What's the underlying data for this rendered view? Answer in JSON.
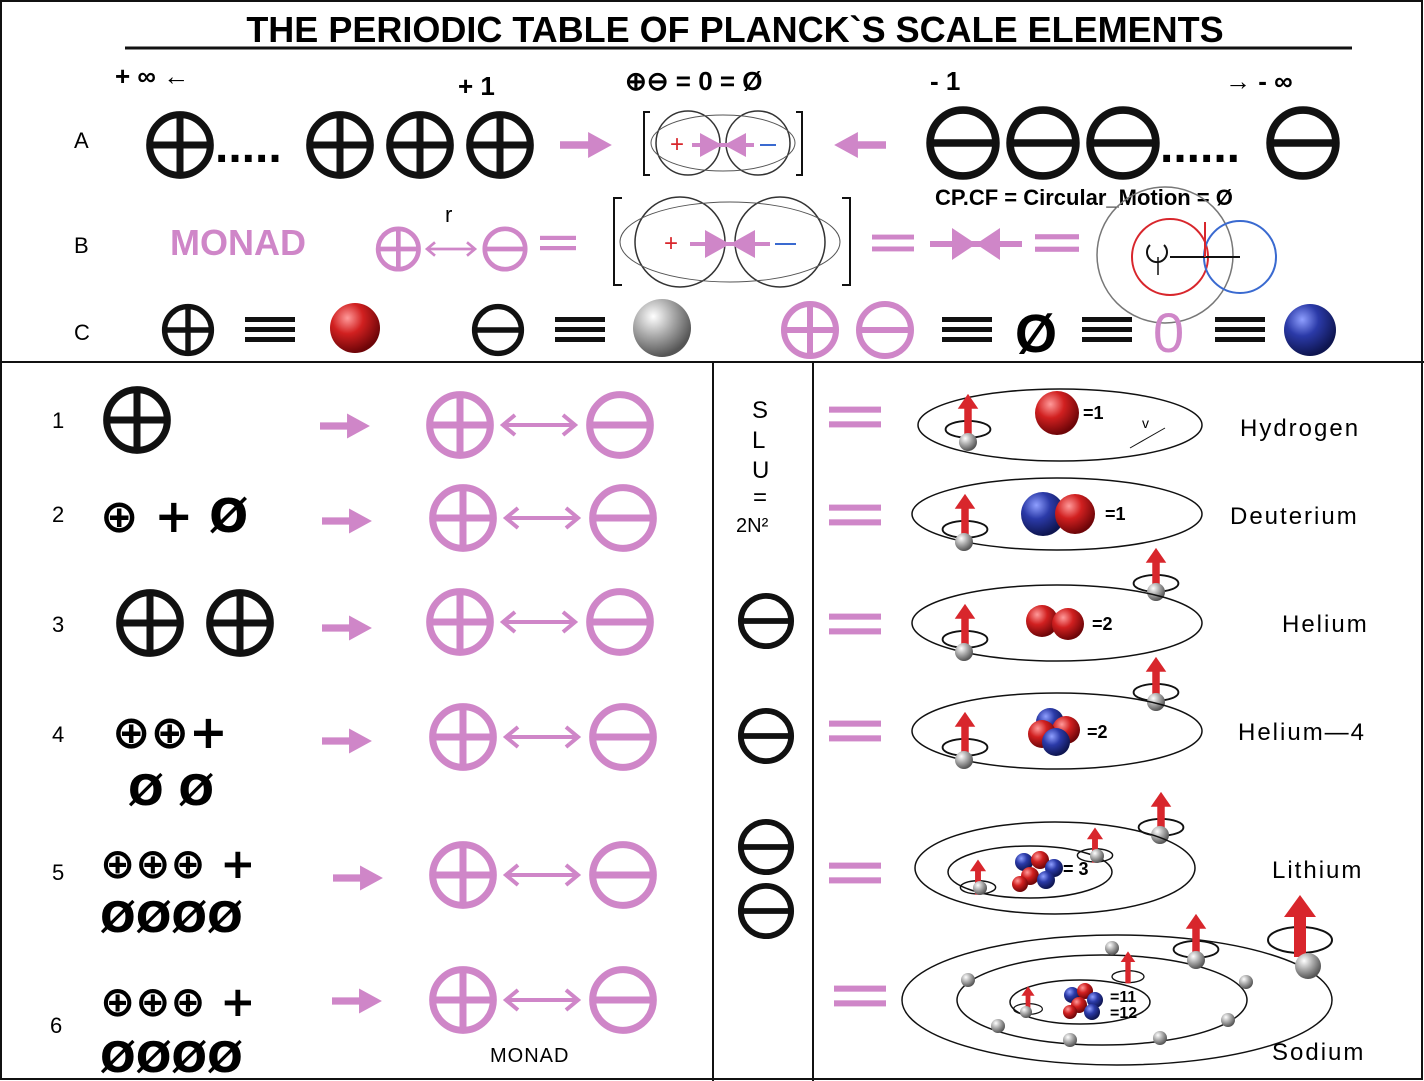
{
  "title": "THE PERIODIC TABLE OF PLANCK`S SCALE ELEMENTS",
  "top_labels": {
    "plus_inf": "+ ∞ ←",
    "plus_one": "+ 1",
    "zero_eq": "⊕⊖ = 0 = Ø",
    "minus_one": "- 1",
    "minus_inf": "→ - ∞"
  },
  "rows_top": {
    "a": "A",
    "b": "B",
    "c": "C"
  },
  "row_a": {
    "dots_left": ".....",
    "dots_right": "......"
  },
  "row_b": {
    "monad": "MONAD",
    "r_label": "r",
    "cp_cf": "CP.CF = Circular_Motion = Ø"
  },
  "row_c": {
    "zero_symbol": "Ø",
    "zero_digit": "0"
  },
  "slu": {
    "s": "S",
    "l": "L",
    "u": "U",
    "eq": "=",
    "formula": "2N²"
  },
  "elements": [
    {
      "num": "1",
      "name": "Hydrogen",
      "count": "=1"
    },
    {
      "num": "2",
      "name": "Deuterium",
      "count": "=1"
    },
    {
      "num": "3",
      "name": "Helium",
      "count": "=2"
    },
    {
      "num": "4",
      "name": "Helium—4",
      "count": "=2"
    },
    {
      "num": "5",
      "name": "Lithium",
      "count": "= 3"
    },
    {
      "num": "6",
      "name": "Sodium",
      "count": "=11",
      "count2": "=12"
    }
  ],
  "left_formulas": {
    "r2": "⊕ + Ø",
    "r4a": "⊕⊕+",
    "r4b": "Ø Ø",
    "r5a": "⊕⊕⊕ +",
    "r5b": "ØØØØ",
    "r6a": "⊕⊕⊕ +",
    "r6b": "ØØØØ"
  },
  "monad_label": "MONAD",
  "v_label": "v",
  "colors": {
    "pink": "#cf86c8",
    "red": "#c0181c",
    "blue": "#2b3a9e",
    "gray": "#9a9a9a"
  }
}
